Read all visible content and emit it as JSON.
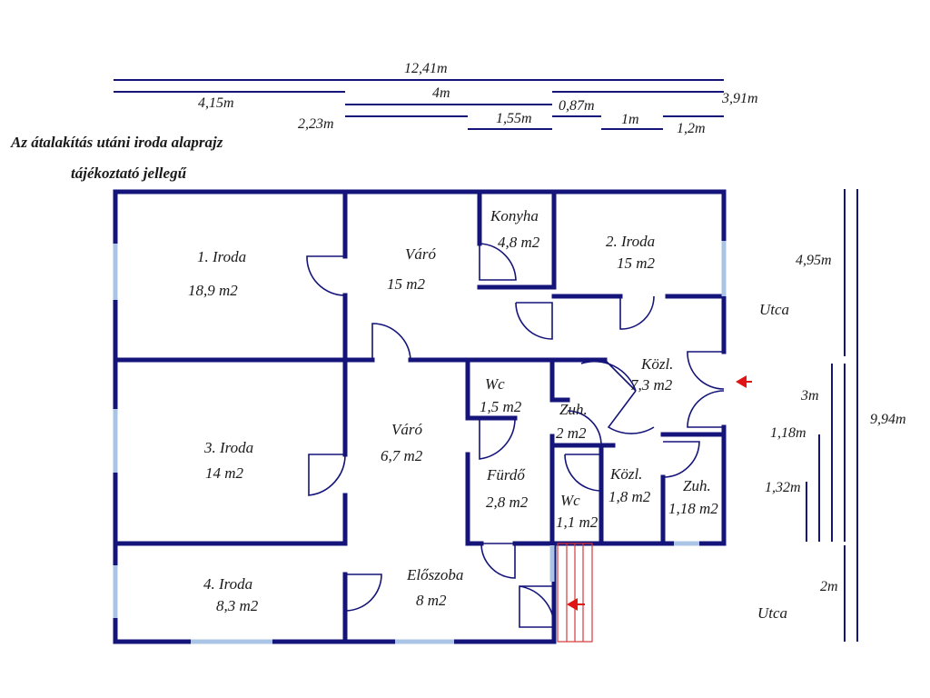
{
  "title": {
    "line1": "Az átalakítás utáni iroda alaprajz",
    "line2": "tájékoztató jellegű"
  },
  "dimensions": {
    "total_width": "12,41m",
    "d_4_15": "4,15m",
    "d_4": "4m",
    "d_3_91": "3,91m",
    "d_2_23": "2,23m",
    "d_1_55": "1,55m",
    "d_0_87": "0,87m",
    "d_1": "1m",
    "d_1_2": "1,2m",
    "d_4_95": "4,95m",
    "d_3": "3m",
    "d_9_94": "9,94m",
    "d_1_18": "1,18m",
    "d_1_32": "1,32m",
    "d_2": "2m"
  },
  "rooms": {
    "iroda1": {
      "name": "1. Iroda",
      "area": "18,9 m2"
    },
    "varo1": {
      "name": "Váró",
      "area": "15 m2"
    },
    "konyha": {
      "name": "Konyha",
      "area": "4,8 m2"
    },
    "iroda2": {
      "name": "2. Iroda",
      "area": "15 m2"
    },
    "kozl1": {
      "name": "Közl.",
      "area": "7,3 m2"
    },
    "wc1": {
      "name": "Wc",
      "area": "1,5 m2"
    },
    "zuh1": {
      "name": "Zuh.",
      "area": "2 m2"
    },
    "iroda3": {
      "name": "3. Iroda",
      "area": "14 m2"
    },
    "varo2": {
      "name": "Váró",
      "area": "6,7 m2"
    },
    "furdo": {
      "name": "Fürdő",
      "area": "2,8 m2"
    },
    "kozl2": {
      "name": "Közl.",
      "area": "1,8 m2"
    },
    "wc2": {
      "name": "Wc",
      "area": "1,1 m2"
    },
    "zuh2": {
      "name": "Zuh.",
      "area": "1,18 m2"
    },
    "iroda4": {
      "name": "4. Iroda",
      "area": "8,3 m2"
    },
    "eloszoba": {
      "name": "Előszoba",
      "area": "8 m2"
    }
  },
  "street": {
    "label_top": "Utca",
    "label_bottom": "Utca"
  },
  "colors": {
    "wall": "#14147a",
    "window": "#a9c4e4",
    "entrance_arrow": "#e01414",
    "stairs": "#d63a3a"
  }
}
